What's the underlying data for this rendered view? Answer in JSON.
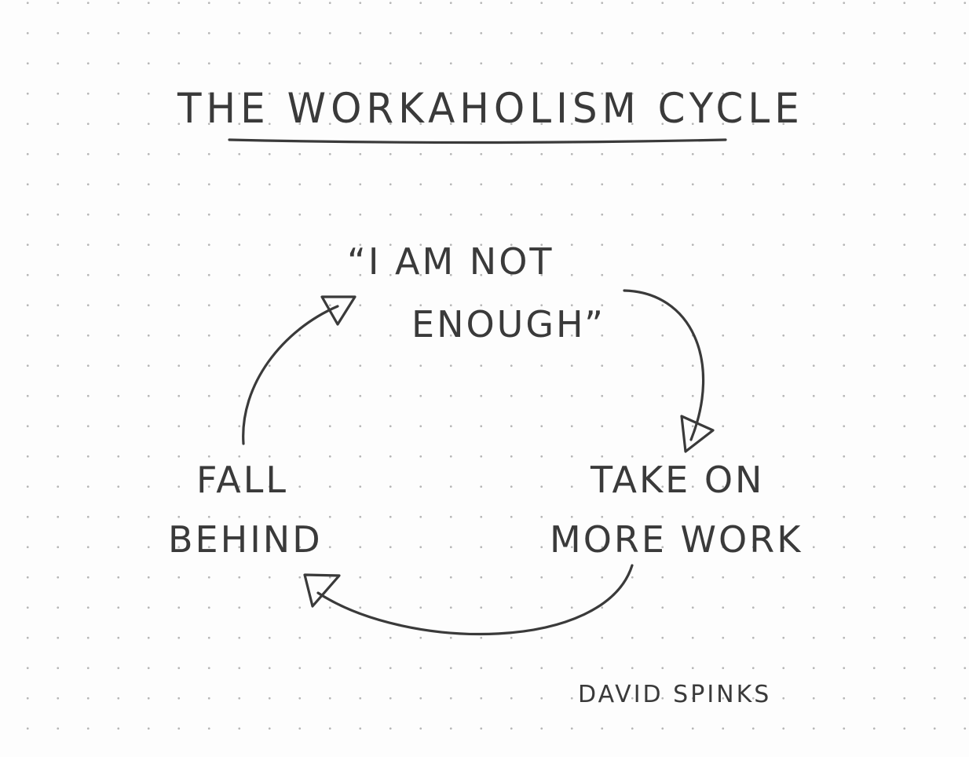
{
  "title": "THE WORKAHOLISM CYCLE",
  "cycle": {
    "top": {
      "line1": "“I AM NOT",
      "line2": "ENOUGH”"
    },
    "right": {
      "line1": "TAKE ON",
      "line2": "MORE WORK"
    },
    "left": {
      "line1": "FALL",
      "line2": "BEHIND"
    }
  },
  "signature": "DAVID SPINKS",
  "colors": {
    "ink": "#3a3a3a",
    "paper": "#fdfdfd",
    "grid_dot": "#b6b6b6"
  }
}
